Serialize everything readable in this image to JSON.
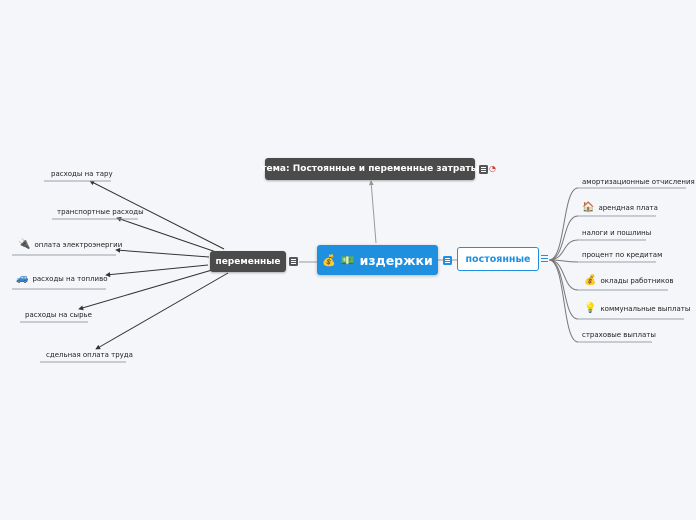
{
  "central": {
    "label": "издержки",
    "icons": [
      "money-bag-icon",
      "money-bills-icon"
    ]
  },
  "topic": {
    "label": "тема: Постоянные и переменные затраты",
    "icons": [
      "notes-icon",
      "gauge-icon"
    ]
  },
  "variable": {
    "label": "переменные",
    "items": [
      {
        "label": "расходы на тару",
        "icon": ""
      },
      {
        "label": "транспортные расходы",
        "icon": ""
      },
      {
        "label": "оплата электроэнергии",
        "icon": "plug-icon"
      },
      {
        "label": "расходы на топливо",
        "icon": "car-icon"
      },
      {
        "label": "расходы на сырье",
        "icon": ""
      },
      {
        "label": "сдельная оплата труда",
        "icon": ""
      }
    ]
  },
  "fixed": {
    "label": "постоянные",
    "items": [
      {
        "label": "амортизационные отчисления",
        "icon": ""
      },
      {
        "label": "арендная плата",
        "icon": "house-icon"
      },
      {
        "label": "налоги и пошлины",
        "icon": ""
      },
      {
        "label": "процент по кредитам",
        "icon": ""
      },
      {
        "label": "оклады работников",
        "icon": "money-bag-icon"
      },
      {
        "label": "коммунальные выплаты",
        "icon": "lightbulb-icon"
      },
      {
        "label": "страховые выплаты",
        "icon": ""
      }
    ]
  },
  "colors": {
    "central": "#1f8fe0",
    "dark_node": "#4b4b4b",
    "line": "#333333",
    "leaf_underline": "#9aa3ad"
  }
}
